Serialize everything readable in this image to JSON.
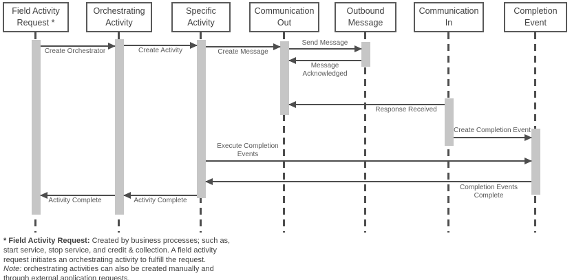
{
  "diagram": {
    "type": "sequence-diagram",
    "actors": [
      {
        "label": "Field Activity Request *"
      },
      {
        "label": "Orchestrating Activity"
      },
      {
        "label": "Specific Activity"
      },
      {
        "label": "Communication Out"
      },
      {
        "label": "Outbound Message"
      },
      {
        "label": "Communication In"
      },
      {
        "label": "Completion Event"
      }
    ],
    "messages": [
      {
        "label": "Create Orchestrator",
        "from": "Field Activity Request",
        "to": "Orchestrating Activity"
      },
      {
        "label": "Create Activity",
        "from": "Orchestrating Activity",
        "to": "Specific Activity"
      },
      {
        "label": "Create Message",
        "from": "Specific Activity",
        "to": "Communication Out"
      },
      {
        "label": "Send Message",
        "from": "Communication Out",
        "to": "Outbound Message"
      },
      {
        "label": "Message Acknowledged",
        "from": "Outbound Message",
        "to": "Communication Out"
      },
      {
        "label": "Response Received",
        "from": "Communication In",
        "to": "Communication Out"
      },
      {
        "label": "Create Completion Event",
        "from": "Communication In",
        "to": "Completion Event"
      },
      {
        "label": "Execute Completion Events",
        "from": "Specific Activity",
        "to": "Completion Event"
      },
      {
        "label": "Completion Events Complete",
        "from": "Completion Event",
        "to": "Specific Activity"
      },
      {
        "label": "Activity Complete",
        "from": "Specific Activity",
        "to": "Orchestrating Activity"
      },
      {
        "label": "Activity Complete",
        "from": "Orchestrating Activity",
        "to": "Field Activity Request"
      }
    ],
    "colors": {
      "box_border": "#595959",
      "line": "#4d4d4d",
      "activation_bar": "#c6c6c6",
      "label_text": "#595959",
      "header_text": "#3f3f3f"
    }
  },
  "footnote": {
    "line1_bold": "* Field Activity Request:",
    "line1_rest": " Created by business processes; such as,",
    "line2": "start service, stop service, and credit & collection. A field activity",
    "line3": "request initiates an orchestrating activity to fulfill the request.",
    "line4_italic": "Note:",
    "line4_rest": " orchestrating activities can also be created manually and",
    "line5": "through external application requests."
  }
}
